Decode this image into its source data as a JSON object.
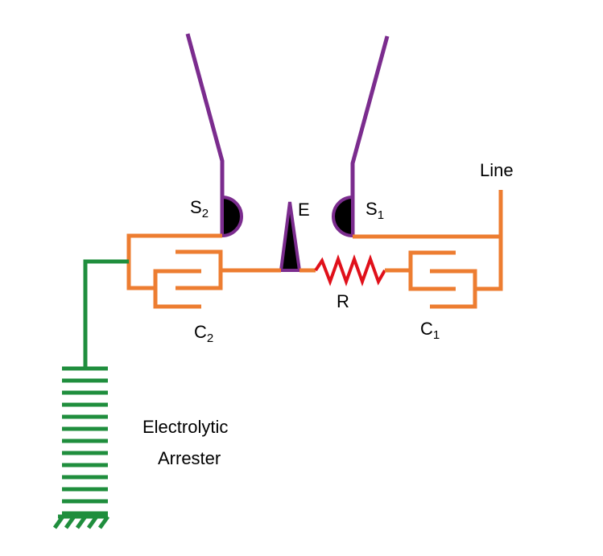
{
  "labels": {
    "line": "Line",
    "s2_main": "S",
    "s2_sub": "2",
    "s1_main": "S",
    "s1_sub": "1",
    "e": "E",
    "r": "R",
    "c2_main": "C",
    "c2_sub": "2",
    "c1_main": "C",
    "c1_sub": "1",
    "arrester_line1": "Electrolytic",
    "arrester_line2": "Arrester"
  },
  "colors": {
    "capacitor_wires": "#ED7D31",
    "switch_arms": "#7B2C8E",
    "resistor": "#E0101A",
    "arrester": "#1F8E3D",
    "contacts": "#000000"
  }
}
